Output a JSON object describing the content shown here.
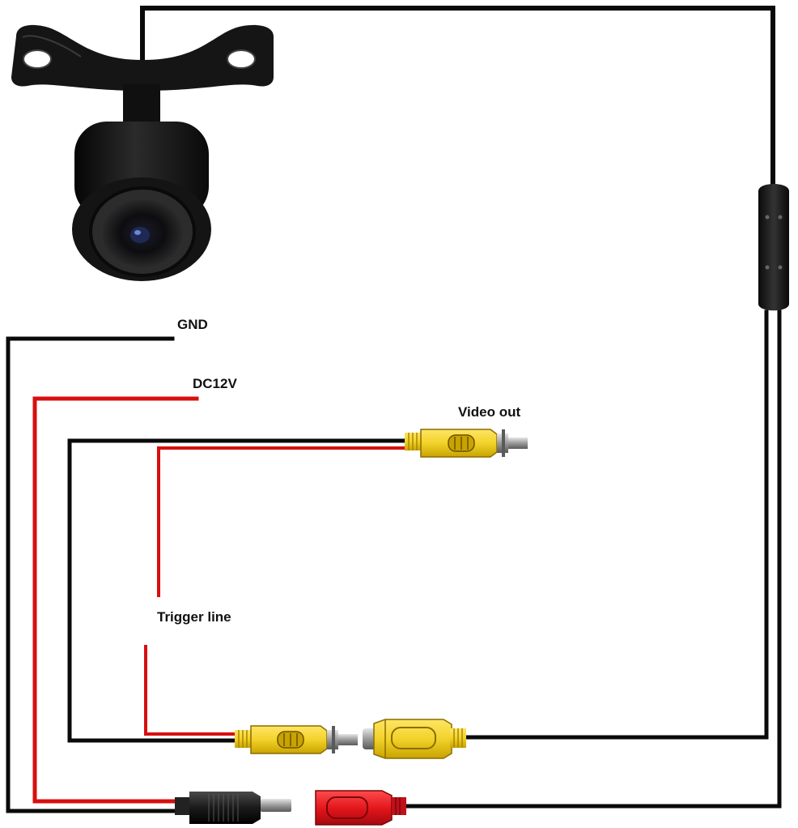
{
  "labels": {
    "gnd": "GND",
    "dc12v": "DC12V",
    "video_out": "Video out",
    "trigger_line": "Trigger line"
  },
  "colors": {
    "black_wire": "#0a0a0a",
    "red_wire": "#d80f0f",
    "rca_yellow": "#f2d22a",
    "rca_ring": "#c9a300",
    "power_red": "#e0141a",
    "metal": "#9a9a9a"
  },
  "icons": {
    "camera": "backup-camera-icon",
    "splitter": "cable-splitter-icon",
    "rca_male": "rca-male-plug-icon",
    "rca_female": "rca-female-jack-icon",
    "dc_plug": "dc-barrel-plug-icon",
    "dc_jack": "dc-power-jack-icon"
  }
}
